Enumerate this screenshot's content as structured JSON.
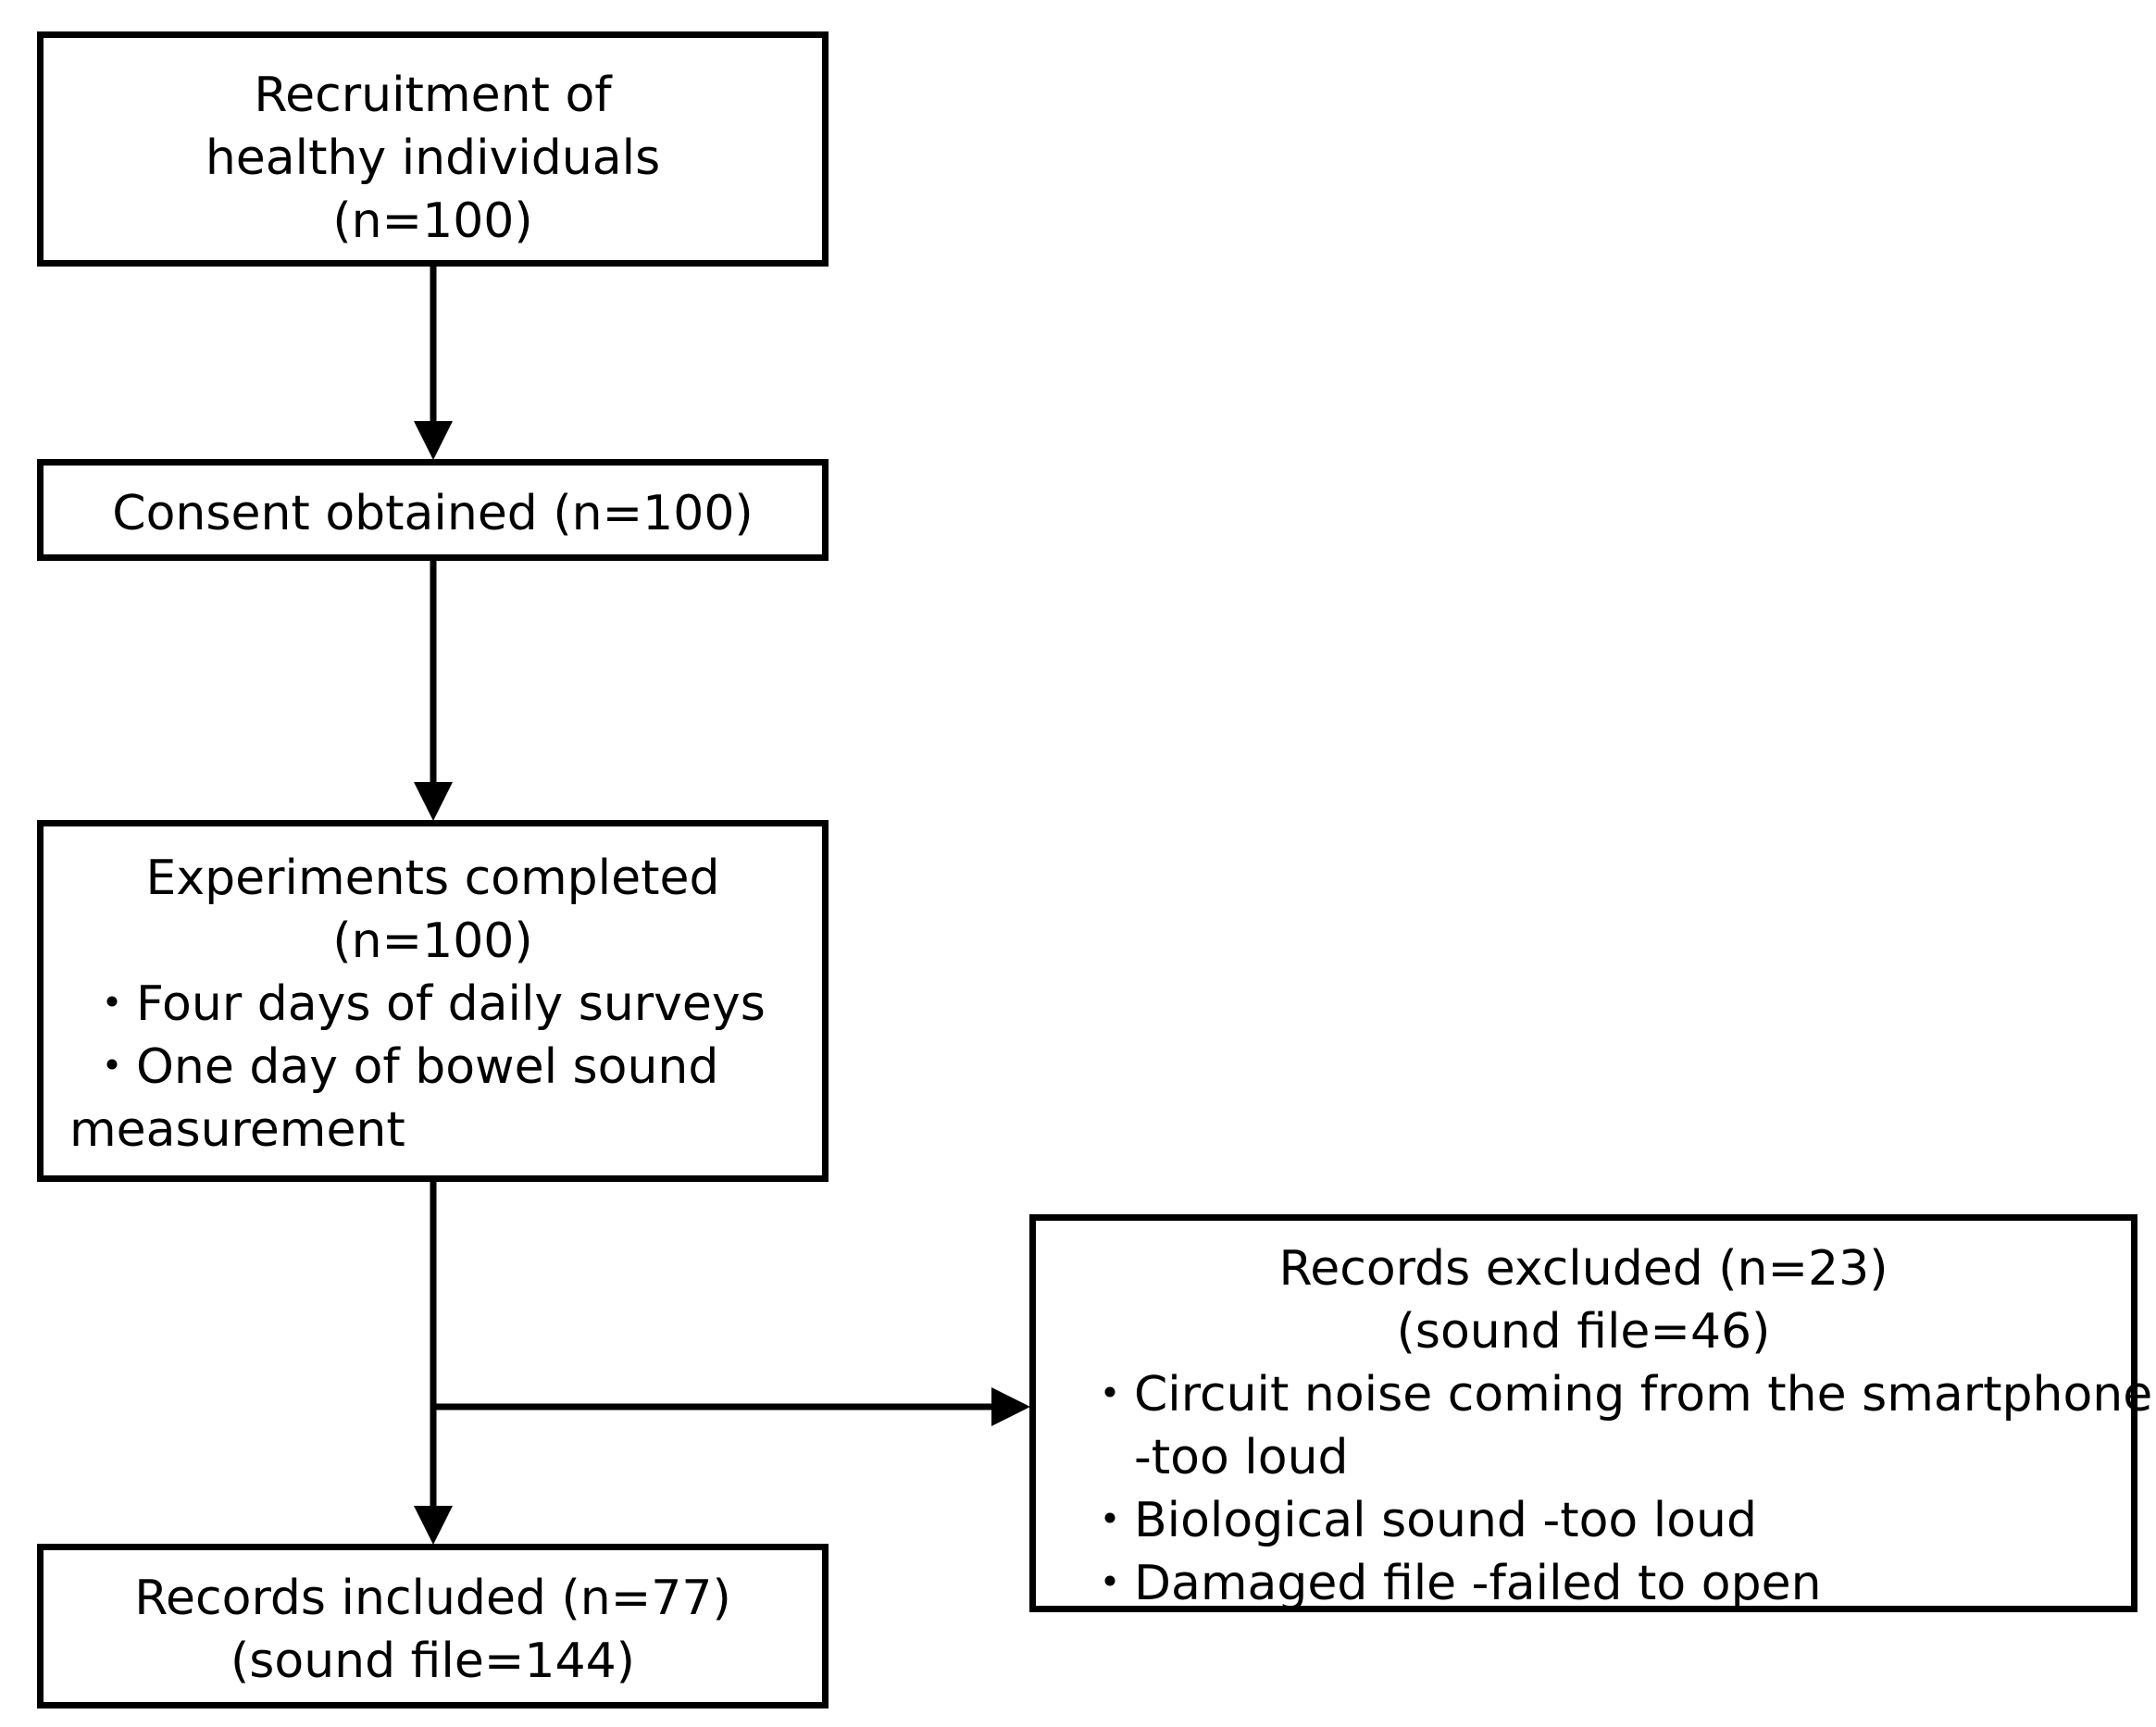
{
  "flowchart": {
    "recruitment": {
      "lines": [
        "Recruitment of",
        "healthy individuals",
        "(n=100)"
      ]
    },
    "consent": {
      "text": "Consent obtained (n=100)"
    },
    "experiments": {
      "title_lines": [
        "Experiments completed",
        "(n=100)"
      ],
      "bullets": [
        "・Four days of daily surveys",
        "・One day of bowel sound"
      ],
      "continuation": "measurement"
    },
    "excluded": {
      "title_lines": [
        "Records excluded (n=23)",
        "(sound file=46)"
      ],
      "items": [
        "・Circuit noise coming from the smartphone",
        "-too loud",
        "・Biological sound -too loud",
        "・Damaged file -failed to open"
      ]
    },
    "included": {
      "lines": [
        "Records included (n=77)",
        "(sound file=144)"
      ]
    }
  },
  "colors": {
    "stroke": "#000000",
    "background": "#ffffff"
  }
}
